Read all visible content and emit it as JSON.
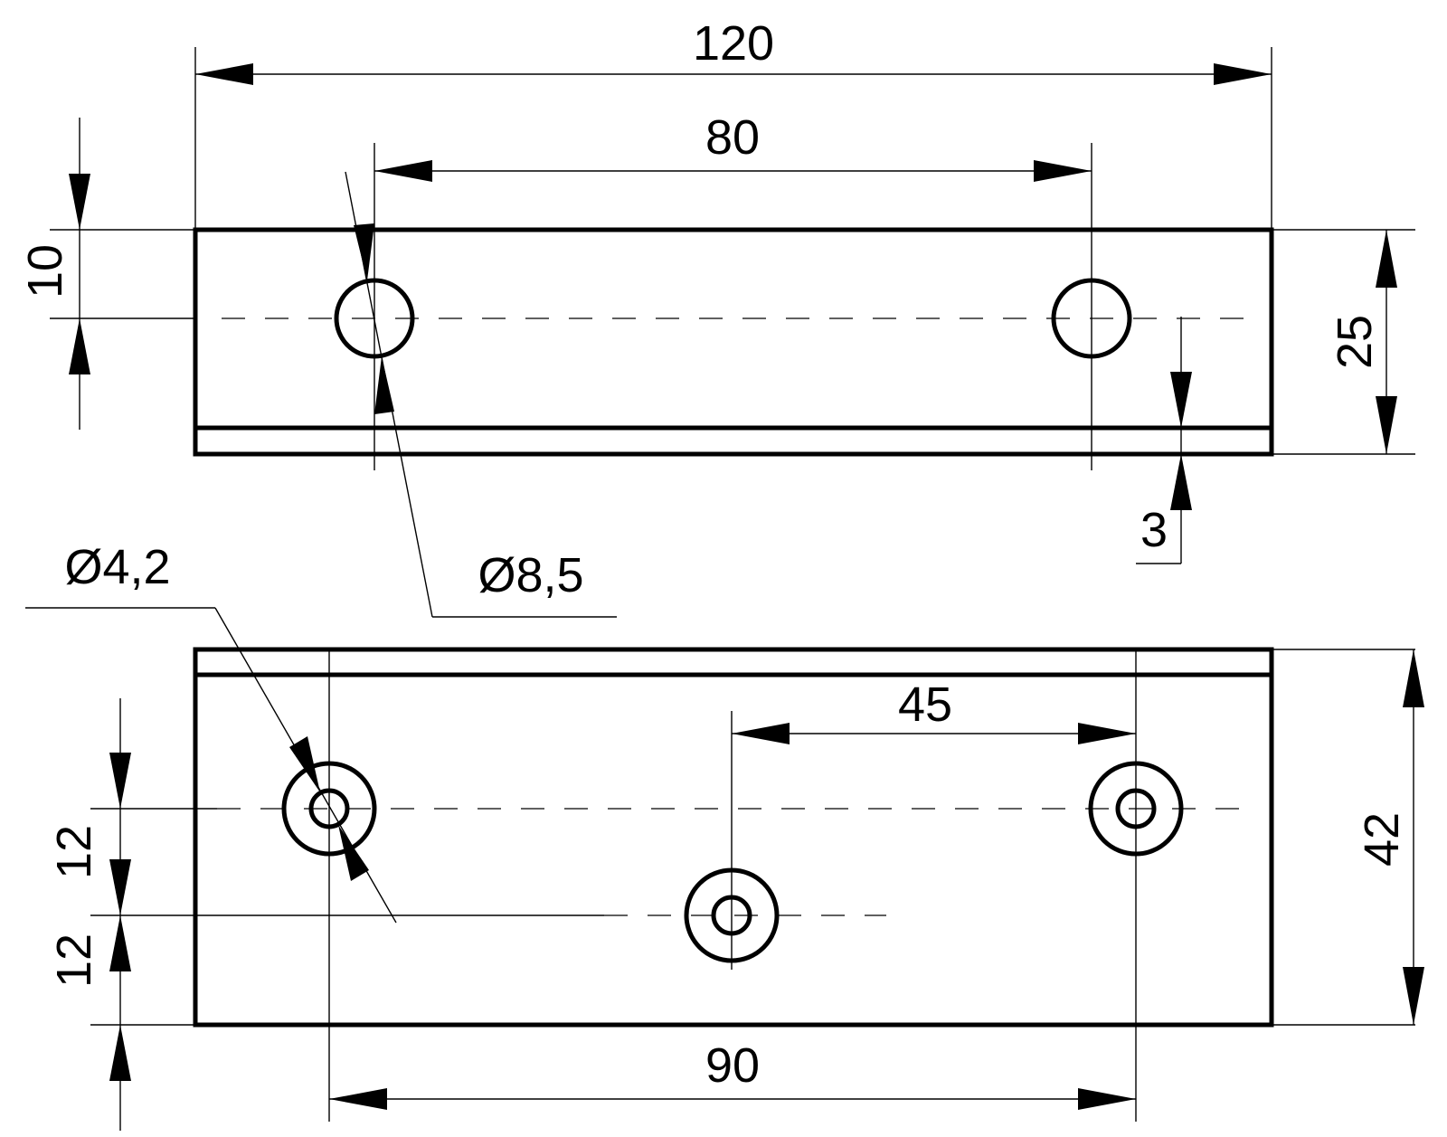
{
  "top_view": {
    "overall_length": "120",
    "hole_spacing": "80",
    "hole_offset": "10",
    "height": "25",
    "flange_thickness": "3",
    "hole_diameter": "Ø8,5"
  },
  "bottom_view": {
    "hole_diameter": "Ø4,2",
    "mid_spacing": "45",
    "outer_spacing": "90",
    "row_offset_1": "12",
    "row_offset_2": "12",
    "width": "42"
  }
}
